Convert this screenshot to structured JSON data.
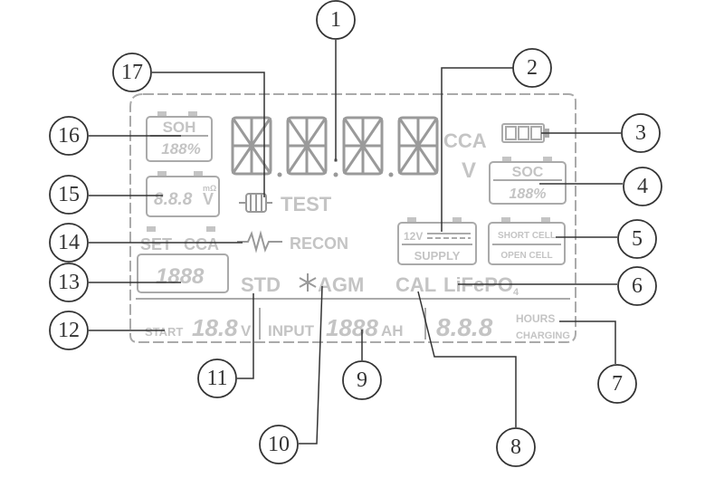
{
  "colors": {
    "lcd_gray": "#c4c4c4",
    "lead_line": "#333333"
  },
  "display": {
    "cca": "CCA",
    "volt": "V",
    "soh_label": "SOH",
    "soh_value": "188%",
    "soc_label": "SOC",
    "soc_value": "188%",
    "volt_small": "8.8.8",
    "volt_small_unit": "V",
    "milliohm": "mΩ",
    "test": "TEST",
    "recon": "RECON",
    "set": "SET",
    "cca2": "CCA",
    "cca_value": "1888",
    "supply_12v": "12V",
    "supply": "SUPPLY",
    "short_cell": "SHORT CELL",
    "open_cell": "OPEN CELL",
    "std": "STD",
    "agm": "AGM",
    "cal": "CAL",
    "lifepo": "LiFePO",
    "lifepo_sub": "4",
    "start": "START",
    "start_value": "18.8",
    "start_unit": "V",
    "input": "INPUT",
    "input_value": "1888",
    "ah": "AH",
    "hours_value": "8.8.8",
    "hours": "HOURS",
    "charging": "CHARGING"
  },
  "callouts": [
    "1",
    "2",
    "3",
    "4",
    "5",
    "6",
    "7",
    "8",
    "9",
    "10",
    "11",
    "12",
    "13",
    "14",
    "15",
    "16",
    "17"
  ]
}
